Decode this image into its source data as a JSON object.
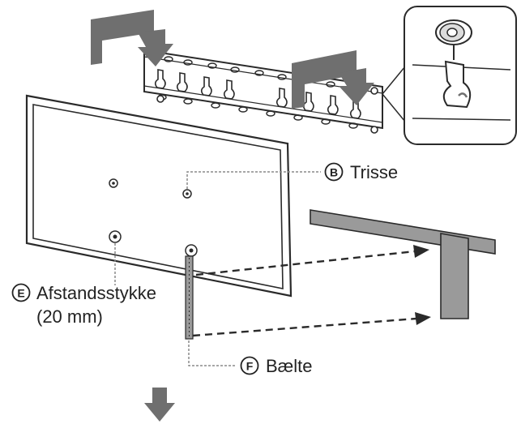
{
  "labels": {
    "pulley": {
      "letter": "B",
      "text": "Trisse"
    },
    "spacer": {
      "letter": "E",
      "text": "Afstandsstykke",
      "subtext": "(20 mm)"
    },
    "belt": {
      "letter": "F",
      "text": "Bælte"
    }
  },
  "colors": {
    "line": "#2a2a2a",
    "arrow_fill": "#6f6f6f",
    "stand_fill": "#9a9a9a",
    "leader": "#8a8a8a",
    "inset_bg": "#ffffff"
  },
  "icons": [
    "down-arrow-icon",
    "down-arrow-icon",
    "down-arrow-icon"
  ]
}
